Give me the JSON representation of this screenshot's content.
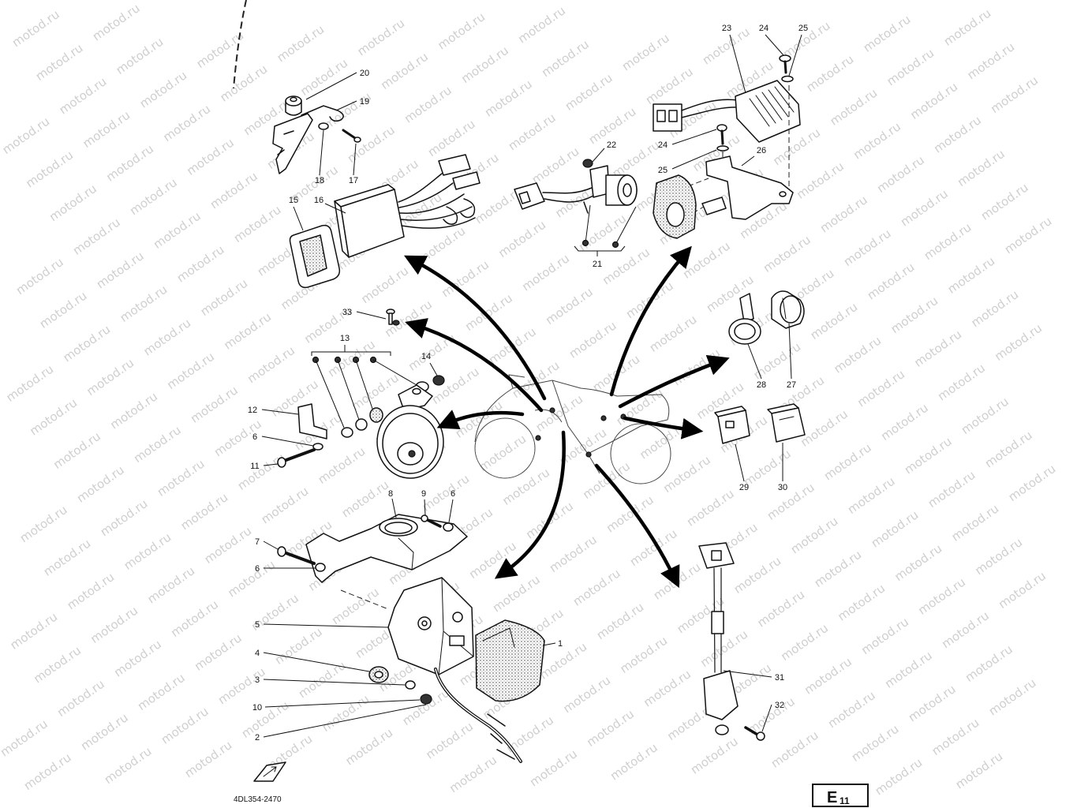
{
  "diagram": {
    "callouts": [
      "20",
      "19",
      "18",
      "17",
      "16",
      "15",
      "23",
      "24",
      "25",
      "24",
      "25",
      "26",
      "22",
      "21",
      "33",
      "13",
      "14",
      "12",
      "6",
      "11",
      "28",
      "27",
      "29",
      "30",
      "8",
      "9",
      "6",
      "7",
      "6",
      "5",
      "4",
      "3",
      "10",
      "2",
      "1",
      "31",
      "32"
    ],
    "doc_code": "4DL354-2470",
    "page_code": "E",
    "page_code_sub": "11",
    "watermark": "motod.ru"
  }
}
